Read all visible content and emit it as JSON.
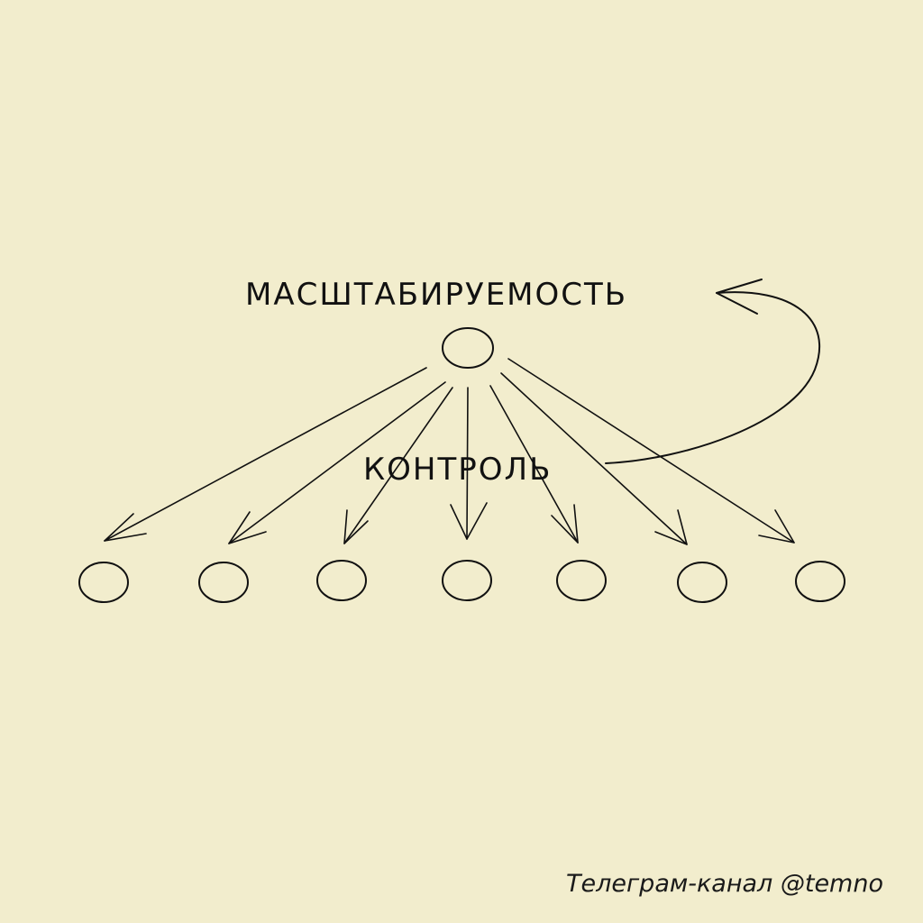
{
  "diagram": {
    "top_label": "МАСШТАБИРУЕМОСТЬ",
    "middle_label": "КОНТРОЛЬ"
  },
  "footer": {
    "text": "Телеграм-канал @temno"
  },
  "colors": {
    "background": "#f2edcd",
    "ink": "#111111"
  }
}
